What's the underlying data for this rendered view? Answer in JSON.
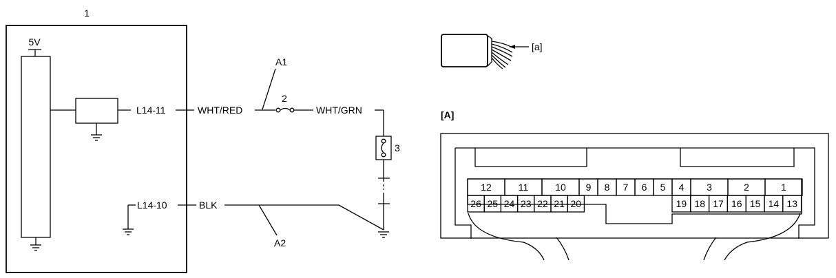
{
  "ecu": {
    "ref_number": "1",
    "supply_voltage": "5V"
  },
  "circuit": {
    "signal_terminal": "L14-11",
    "signal_wire_color_1": "WHT/RED",
    "signal_wire_color_2": "WHT/GRN",
    "ground_terminal": "L14-10",
    "ground_wire_color": "BLK",
    "callout_a1": "A1",
    "callout_a2": "A2",
    "connector_ref": "2",
    "switch_ref": "3"
  },
  "connector_view": {
    "harness_label": "[a]",
    "view_label": "[A]",
    "top_row_pins": [
      "12",
      "11",
      "10",
      "9",
      "8",
      "7",
      "6",
      "5",
      "4",
      "3",
      "2",
      "1"
    ],
    "bottom_row_left_pins": [
      "26",
      "25",
      "24",
      "23",
      "22",
      "21",
      "20"
    ],
    "bottom_row_right_pins": [
      "19",
      "18",
      "17",
      "16",
      "15",
      "14",
      "13"
    ]
  }
}
